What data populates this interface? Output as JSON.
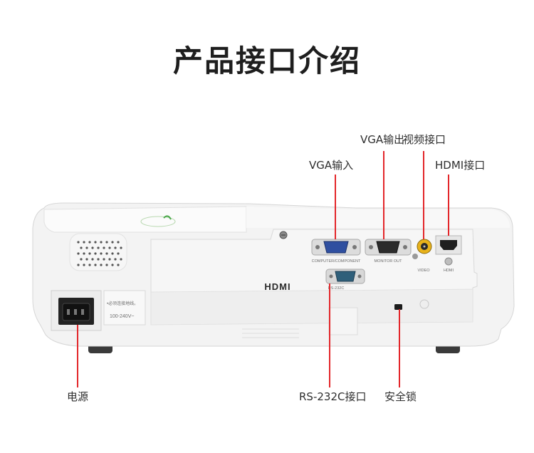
{
  "page": {
    "title": "产品接口介绍"
  },
  "callouts": {
    "vga_out": "VGA输出",
    "video": "视频接口",
    "vga_in": "VGA输入",
    "hdmi": "HDMI接口",
    "power": "电源",
    "rs232c": "RS-232C接口",
    "security_lock": "安全锁"
  },
  "panel_labels": {
    "computer_component": "COMPUTER/COMPONENT",
    "monitor_out": "MONITOR OUT",
    "video": "VIDEO",
    "hdmi": "HDMI",
    "rs232c": "RS-232C",
    "hdmi_logo": "HDMI",
    "power_note": "•必须连接地线。",
    "voltage": "100-240V~"
  },
  "colors": {
    "leader_line": "#e3262a",
    "projector_body": "#f4f4f4",
    "vga_port": "#2f4fa0",
    "serial_port": "#2f5f7a",
    "video_jack": "#e8b21a"
  }
}
